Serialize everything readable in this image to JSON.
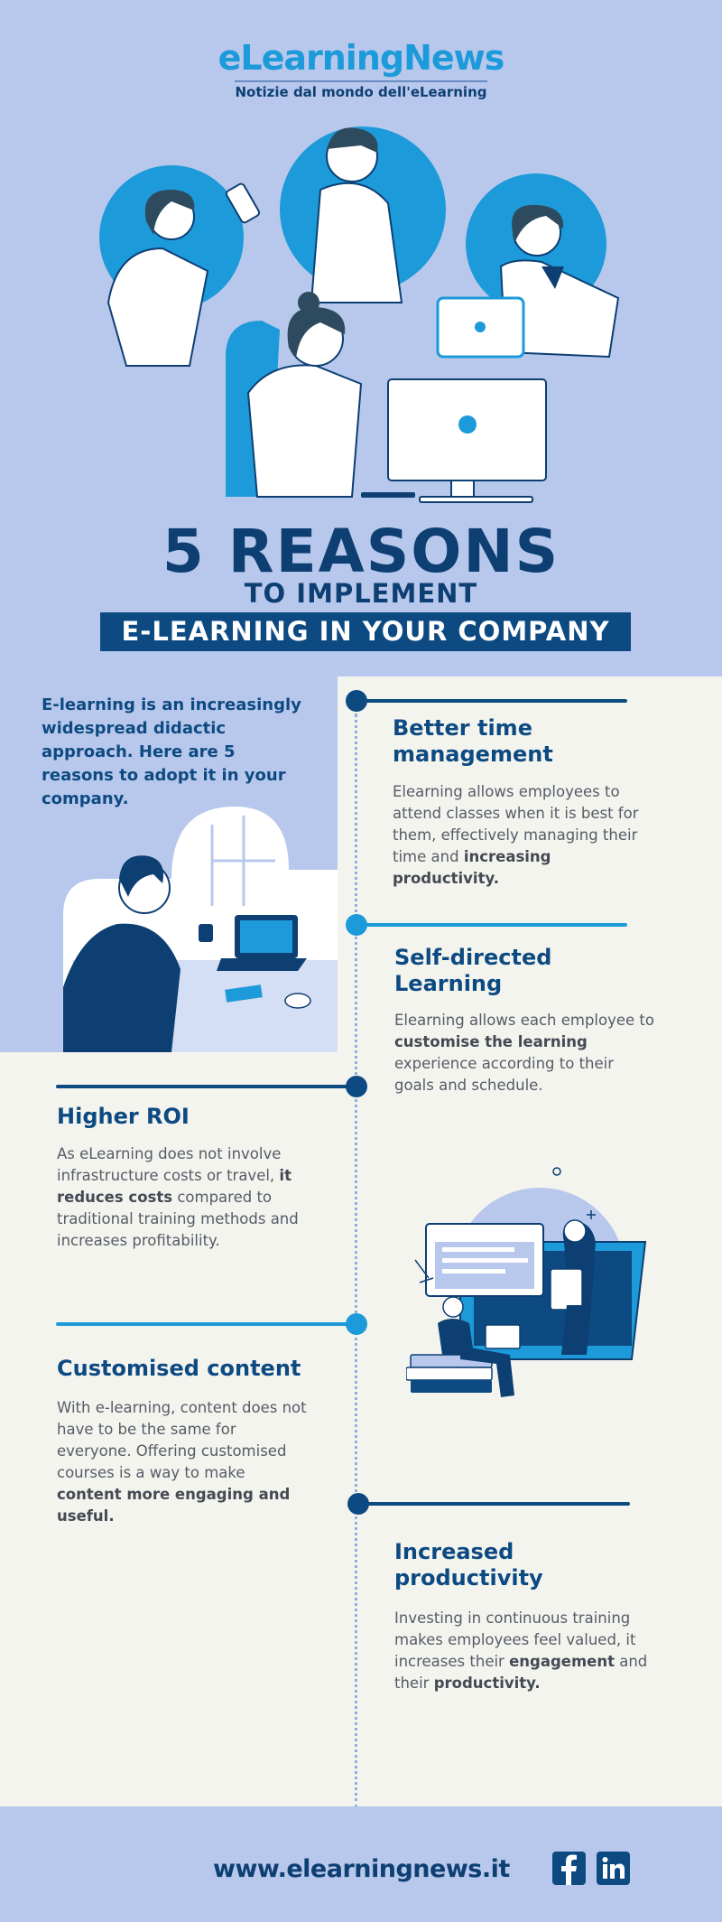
{
  "header": {
    "logo_part1": "eLearning",
    "logo_part2": "News",
    "tagline": "Notizie dal mondo dell'eLearning"
  },
  "title": {
    "line1": "5 REASONS",
    "line2": "TO IMPLEMENT",
    "banner": "E-LEARNING IN YOUR COMPANY"
  },
  "intro": "E-learning is an increasingly widespread didactic approach. Here are 5 reasons to adopt it in your company.",
  "reasons": [
    {
      "title": "Better time management",
      "text_a": "Elearning allows employees to attend classes when it is best for them, effectively managing their time and ",
      "bold": "increasing productivity.",
      "text_b": ""
    },
    {
      "title": "Self-directed Learning",
      "text_a": "Elearning allows each employee to ",
      "bold": "customise the learning",
      "text_b": " experience according to their goals and schedule."
    },
    {
      "title": "Higher ROI",
      "text_a": "As eLearning does not involve infrastructure costs or travel, ",
      "bold": "it reduces costs",
      "text_b": " compared to traditional training methods and increases profitability."
    },
    {
      "title": "Customised content",
      "text_a": "With e-learning, content does not have to be the same for everyone. Offering customised courses is a way to make ",
      "bold": "content more engaging and useful.",
      "text_b": ""
    },
    {
      "title": "Increased productivity",
      "text_a": "Investing in continuous training makes employees feel valued, it increases their ",
      "bold": "engagement",
      "text_b": " and their ",
      "bold2": "productivity."
    }
  ],
  "footer": {
    "url": "www.elearningnews.it"
  },
  "colors": {
    "navy": "#0d4a82",
    "accent": "#1d9ad9",
    "hero_bg": "#b8c8ec",
    "page_bg": "#f4f4ef"
  },
  "icons": [
    "facebook-icon",
    "linkedin-icon"
  ]
}
